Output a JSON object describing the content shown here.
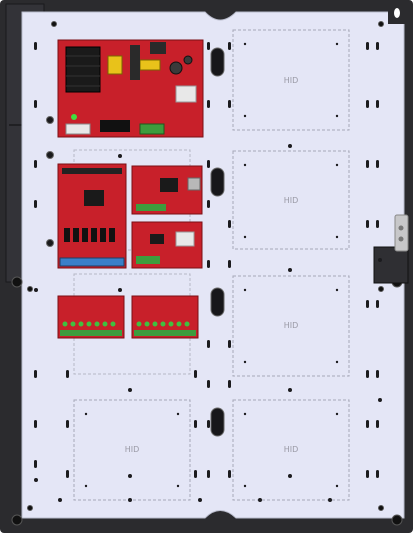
{
  "enclosure": {
    "door_color": "#2b2b2e",
    "backplate_color": "#e4e6f6",
    "board_color": "#c8202a",
    "terminal_color": "#3d9c3d"
  },
  "hid_slots": [
    {
      "label": "HID"
    },
    {
      "label": "HID"
    },
    {
      "label": "HID"
    },
    {
      "label": "HID"
    },
    {
      "label": "HID"
    }
  ],
  "boards": [
    {
      "kind": "power-supply-board"
    },
    {
      "kind": "access-controller-board"
    },
    {
      "kind": "network-interface-board"
    },
    {
      "kind": "reader-interface-board"
    },
    {
      "kind": "output-relay-board"
    },
    {
      "kind": "output-relay-board"
    }
  ]
}
